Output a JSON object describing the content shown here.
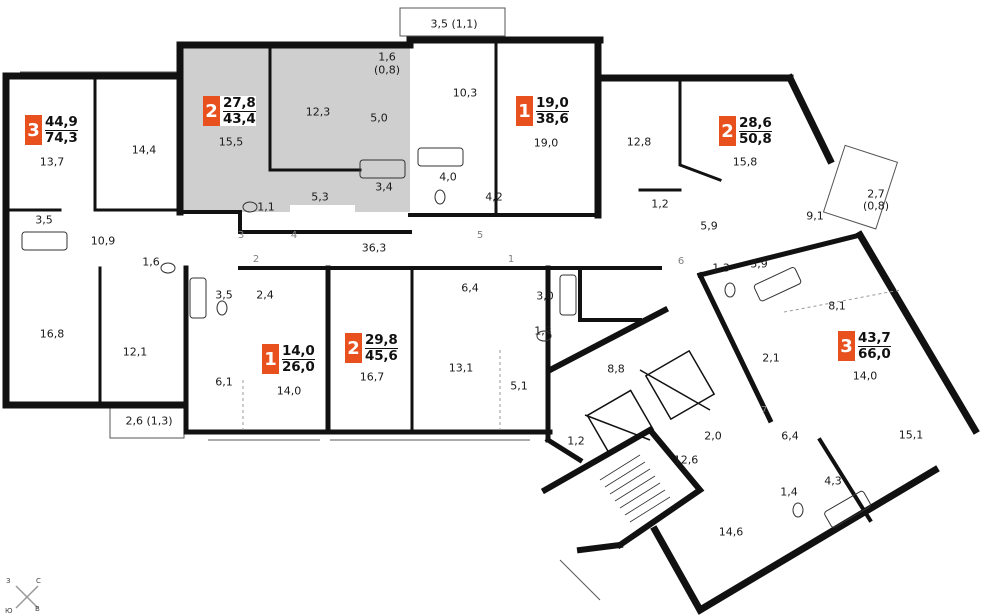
{
  "colors": {
    "accent": "#e8501e",
    "wall": "#111111",
    "highlight": "#cfcfcf",
    "door_number": "#808080"
  },
  "apartments": [
    {
      "id": "apt-left",
      "rooms": "3",
      "area_living": "44,9",
      "area_total": "74,3"
    },
    {
      "id": "apt-highlighted",
      "rooms": "2",
      "area_living": "27,8",
      "area_total": "43,4"
    },
    {
      "id": "apt-top-middle",
      "rooms": "1",
      "area_living": "19,0",
      "area_total": "38,6"
    },
    {
      "id": "apt-top-right",
      "rooms": "2",
      "area_living": "28,6",
      "area_total": "50,8"
    },
    {
      "id": "apt-small-center",
      "rooms": "1",
      "area_living": "14,0",
      "area_total": "26,0"
    },
    {
      "id": "apt-bottom-middle",
      "rooms": "2",
      "area_living": "29,8",
      "area_total": "45,6"
    },
    {
      "id": "apt-right",
      "rooms": "3",
      "area_living": "43,7",
      "area_total": "66,0"
    }
  ],
  "room_areas": [
    "13,7",
    "14,4",
    "15,5",
    "12,3",
    "1,6",
    "(0,8)",
    "5,0",
    "3,5 (1,1)",
    "10,3",
    "19,0",
    "12,8",
    "15,8",
    "3,5",
    "10,9",
    "5,3",
    "3,4",
    "1,1",
    "4,0",
    "4,2",
    "1,2",
    "2,7",
    "(0,8)",
    "9,1",
    "5,9",
    "36,3",
    "1,6",
    "16,8",
    "12,1",
    "3,5",
    "2,4",
    "6,1",
    "14,0",
    "16,7",
    "6,4",
    "3,0",
    "13,1",
    "1,3",
    "5,1",
    "1,3",
    "3,9",
    "8,1",
    "2,1",
    "14,0",
    "8,8",
    "1,2",
    "2,0",
    "12,6",
    "6,4",
    "15,1",
    "4,3",
    "1,4",
    "14,6",
    "2,6 (1,3)"
  ],
  "door_numbers": [
    "1",
    "2",
    "3",
    "4",
    "5",
    "6",
    "7"
  ],
  "compass": {
    "north": "С",
    "south": "Ю",
    "west": "З",
    "east": "В"
  }
}
